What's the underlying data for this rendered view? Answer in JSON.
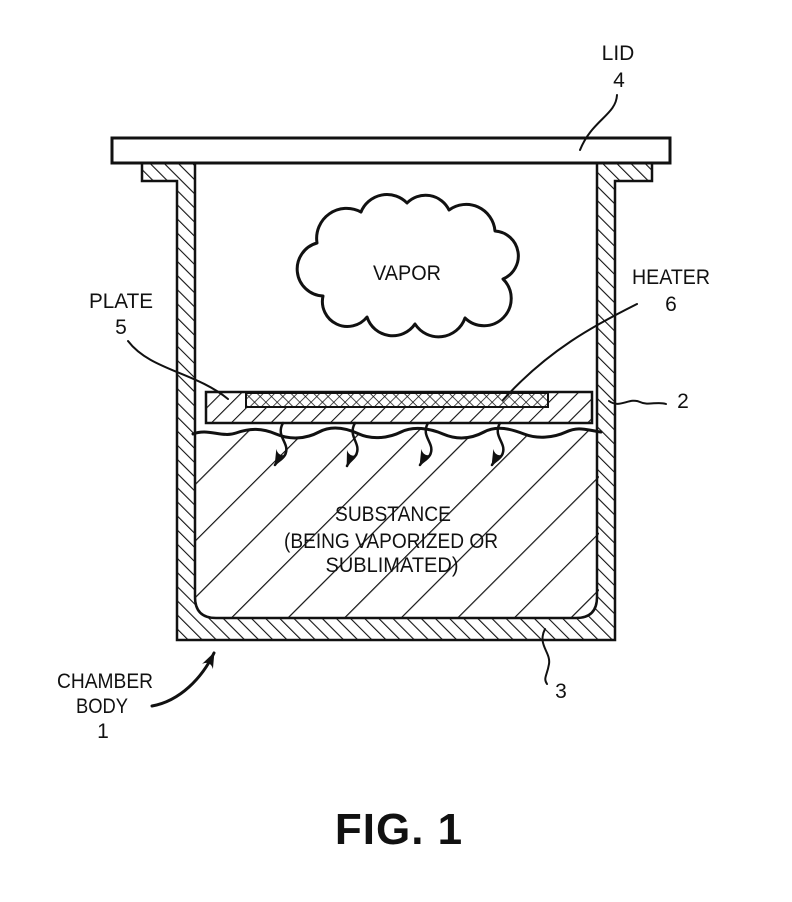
{
  "figure": {
    "caption": "FIG. 1",
    "line_color": "#111111",
    "background_color": "#ffffff",
    "callouts": {
      "lid": {
        "label": "LID",
        "ref": "4"
      },
      "plate": {
        "label": "PLATE",
        "ref": "5"
      },
      "heater": {
        "label": "HEATER",
        "ref": "6"
      },
      "vapor": {
        "label": "VAPOR"
      },
      "substance": {
        "label_line1": "SUBSTANCE",
        "label_line2": "(BEING VAPORIZED OR",
        "label_line3": "SUBLIMATED)"
      },
      "chamber_body": {
        "label_line1": "CHAMBER",
        "label_line2": "BODY",
        "ref": "1"
      },
      "chamber_wall": {
        "ref": "2"
      },
      "chamber_bottom": {
        "ref": "3"
      }
    }
  }
}
